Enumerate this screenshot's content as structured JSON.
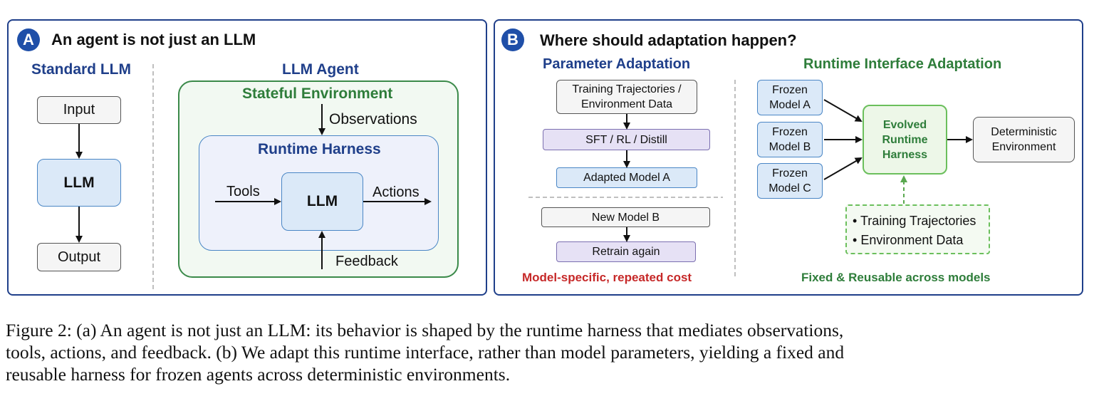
{
  "panel_a": {
    "badge": "A",
    "title": "An agent is not just an LLM",
    "standard": {
      "heading": "Standard LLM",
      "input": "Input",
      "llm": "LLM",
      "output": "Output"
    },
    "agent": {
      "heading": "LLM Agent",
      "env": "Stateful Environment",
      "observations": "Observations",
      "harness": "Runtime Harness",
      "tools": "Tools",
      "llm": "LLM",
      "actions": "Actions",
      "feedback": "Feedback"
    }
  },
  "panel_b": {
    "badge": "B",
    "title": "Where should adaptation happen?",
    "param": {
      "heading": "Parameter Adaptation",
      "training_line1": "Training Trajectories /",
      "training_line2": "Environment Data",
      "sft": "SFT / RL / Distill",
      "adapted": "Adapted Model A",
      "new_model": "New Model B",
      "retrain": "Retrain again",
      "cost": "Model-specific, repeated cost"
    },
    "runtime": {
      "heading": "Runtime Interface Adaptation",
      "model_a_line1": "Frozen",
      "model_a_line2": "Model A",
      "model_b_line1": "Frozen",
      "model_b_line2": "Model B",
      "model_c_line1": "Frozen",
      "model_c_line2": "Model C",
      "evolved_line1": "Evolved",
      "evolved_line2": "Runtime",
      "evolved_line3": "Harness",
      "det_line1": "Deterministic",
      "det_line2": "Environment",
      "bullet1": "Training Trajectories",
      "bullet2": "Environment Data",
      "reusable": "Fixed & Reusable across models"
    }
  },
  "caption": {
    "line1": "Figure 2: (a) An agent is not just an LLM: its behavior is shaped by the runtime harness that mediates observations,",
    "line2": "tools, actions, and feedback. (b) We adapt this runtime interface, rather than model parameters, yielding a fixed and",
    "line3": "reusable harness for frozen agents across deterministic environments."
  },
  "colors": {
    "navy": "#1f3f8a",
    "green": "#2e7d3a",
    "red": "#c62828",
    "llm_blue": "#dbe9f8",
    "purple": "#e6e1f5"
  }
}
